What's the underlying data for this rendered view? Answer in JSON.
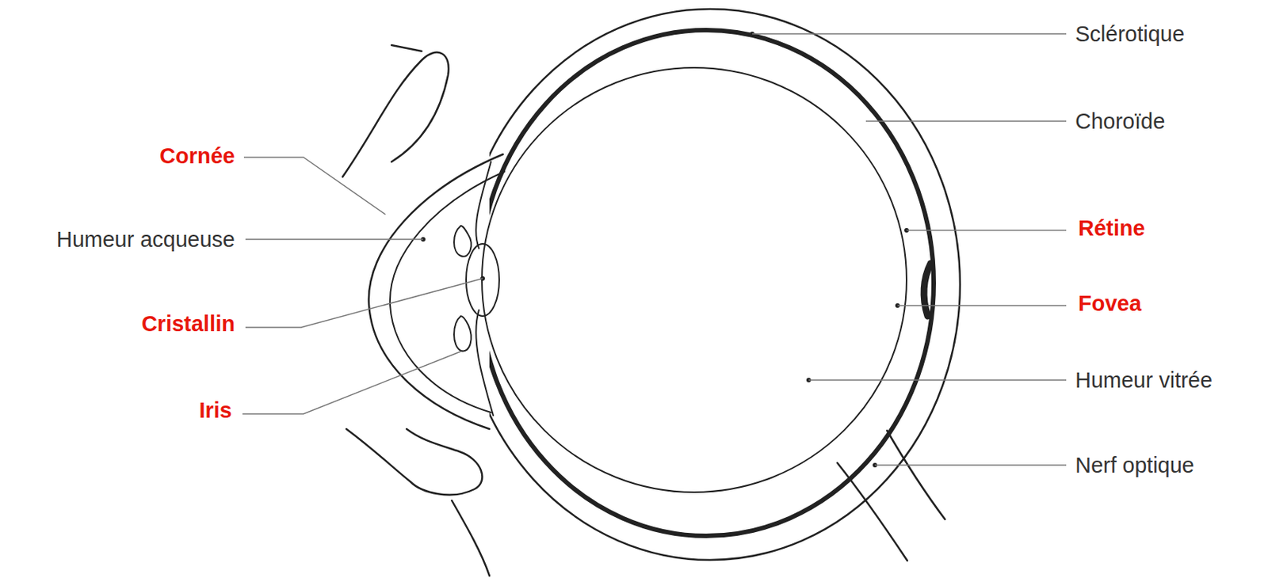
{
  "diagram": {
    "labels": [
      "Sclérotique",
      "Choroïde",
      "Cornée",
      "Humeur acqueuse",
      "Rétine",
      "Fovea",
      "Cristallin",
      "Humeur vitrée",
      "Iris",
      "Nerf optique"
    ]
  }
}
